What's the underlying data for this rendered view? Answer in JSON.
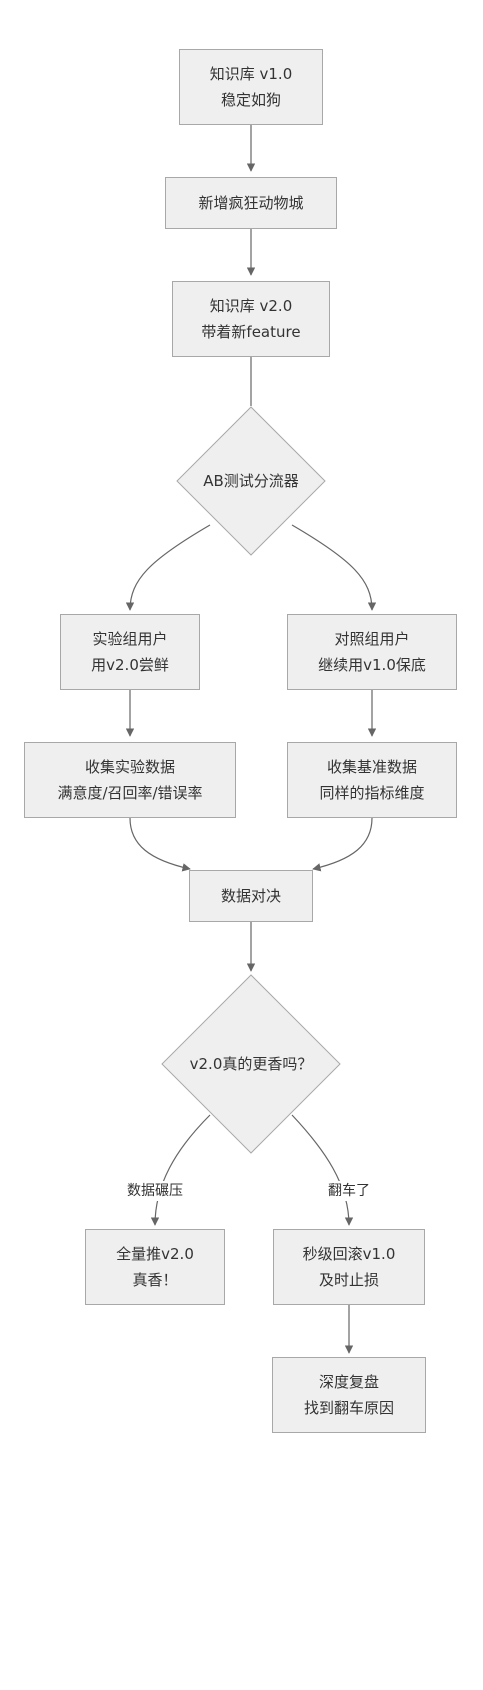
{
  "diagram": {
    "nodes": {
      "kb_v1": {
        "line1": "知识库 v1.0",
        "line2": "稳定如狗"
      },
      "add_zoo": {
        "line1": "新增疯狂动物城"
      },
      "kb_v2": {
        "line1": "知识库 v2.0",
        "line2": "带着新feature"
      },
      "ab_router": {
        "line1": "AB测试分流器"
      },
      "exp_users": {
        "line1": "实验组用户",
        "line2": "用v2.0尝鲜"
      },
      "ctrl_users": {
        "line1": "对照组用户",
        "line2": "继续用v1.0保底"
      },
      "collect_exp": {
        "line1": "收集实验数据",
        "line2": "满意度/召回率/错误率"
      },
      "collect_base": {
        "line1": "收集基准数据",
        "line2": "同样的指标维度"
      },
      "compare": {
        "line1": "数据对决"
      },
      "decision": {
        "line1": "v2.0真的更香吗？"
      },
      "full_rollout": {
        "line1": "全量推v2.0",
        "line2": "真香！"
      },
      "rollback": {
        "line1": "秒级回滚v1.0",
        "line2": "及时止损"
      },
      "review": {
        "line1": "深度复盘",
        "line2": "找到翻车原因"
      }
    },
    "edge_labels": {
      "crush": "数据碾压",
      "fail": "翻车了"
    },
    "colors": {
      "node_fill": "#efefef",
      "node_border": "#a8a8a8",
      "edge": "#666666",
      "text": "#333333"
    }
  }
}
